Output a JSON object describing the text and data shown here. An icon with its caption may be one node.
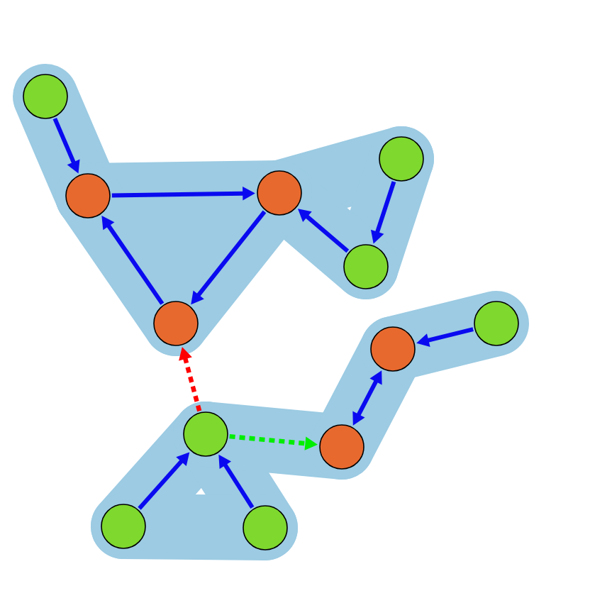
{
  "diagram": {
    "nodes": [
      {
        "text": [],
        "shape": "circle"
      },
      {
        "text": [],
        "shape": "circle"
      },
      {
        "text": [],
        "shape": "circle"
      },
      {
        "text": [],
        "shape": "circle"
      },
      {
        "text": [],
        "shape": "circle"
      },
      {
        "text": [],
        "shape": "circle"
      },
      {
        "text": [],
        "shape": "circle"
      },
      {
        "text": [],
        "shape": "circle"
      },
      {
        "text": [],
        "shape": "circle"
      },
      {
        "text": [],
        "shape": "circle"
      },
      {
        "text": [],
        "shape": "circle"
      },
      {
        "text": [],
        "shape": "circle"
      }
    ],
    "edges": [
      {
        "from": 0,
        "to": 1,
        "arrow": "to"
      },
      {
        "from": 1,
        "to": 2,
        "arrow": "to"
      },
      {
        "from": 2,
        "to": 5,
        "arrow": "to"
      },
      {
        "from": 5,
        "to": 1,
        "arrow": "to"
      },
      {
        "from": 3,
        "to": 4,
        "arrow": "to"
      },
      {
        "from": 4,
        "to": 2,
        "arrow": "to"
      },
      {
        "from": 7,
        "to": 6,
        "arrow": "to"
      },
      {
        "from": 6,
        "to": 9,
        "arrow": "both"
      },
      {
        "from": 10,
        "to": 8,
        "arrow": "to"
      },
      {
        "from": 11,
        "to": 8,
        "arrow": "to"
      },
      {
        "from": 8,
        "to": 5,
        "arrow": "to",
        "style": "dashed",
        "color": "#ff0000"
      },
      {
        "from": 8,
        "to": 9,
        "arrow": "to",
        "style": "dashed",
        "color": "#00ee00"
      }
    ]
  }
}
